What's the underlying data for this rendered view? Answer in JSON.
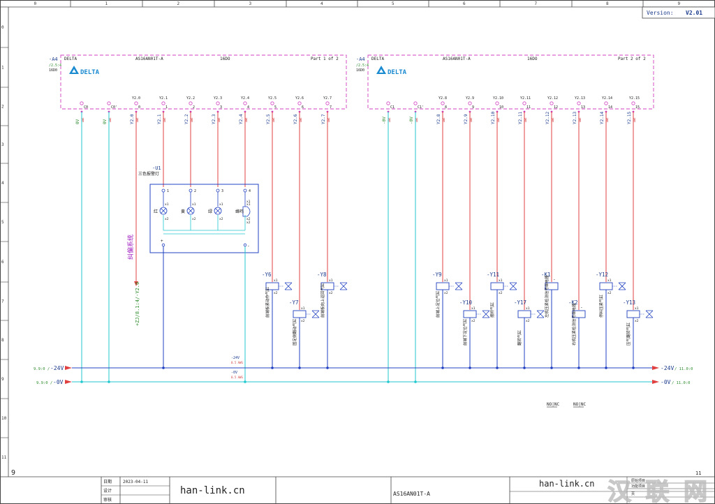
{
  "columns": [
    "0",
    "1",
    "2",
    "3",
    "4",
    "5",
    "6",
    "7",
    "8",
    "9"
  ],
  "rows": [
    "0",
    "1",
    "2",
    "3",
    "4",
    "5",
    "6",
    "7",
    "8",
    "9",
    "10",
    "11"
  ],
  "version": {
    "label": "Version:",
    "value": "V2.01"
  },
  "page_number": "9",
  "page_ref": "11",
  "modules": [
    {
      "tag": "-A4",
      "ref": "/2.5:4",
      "brand_small": "DELTA",
      "model": "AS16AN01T-A",
      "io": "16DO",
      "sub": "16D0",
      "part": "Part 1 of 2",
      "logo": "DELTA",
      "terminals": [
        {
          "top": "",
          "bot": "C0",
          "wire": "0V"
        },
        {
          "top": "",
          "bot": "C0'",
          "wire": "0V"
        },
        {
          "top": "Y2.0",
          "bot": "0",
          "wire": "Y2.0"
        },
        {
          "top": "Y2.1",
          "bot": "1",
          "wire": "Y2.1"
        },
        {
          "top": "Y2.2",
          "bot": "2",
          "wire": "Y2.2"
        },
        {
          "top": "Y2.3",
          "bot": "3",
          "wire": "Y2.3"
        },
        {
          "top": "Y2.4",
          "bot": "4",
          "wire": "Y2.4"
        },
        {
          "top": "Y2.5",
          "bot": "5",
          "wire": "Y2.5"
        },
        {
          "top": "Y2.6",
          "bot": "6",
          "wire": "Y2.6"
        },
        {
          "top": "Y2.7",
          "bot": "7",
          "wire": "Y2.7"
        }
      ]
    },
    {
      "tag": "-A4",
      "ref": "/2.5:4",
      "brand_small": "DELTA",
      "model": "AS16AN01T-A",
      "io": "16DO",
      "sub": "16D0",
      "part": "Part 2 of 2",
      "logo": "DELTA",
      "terminals": [
        {
          "top": "",
          "bot": "C1",
          "wire": "-0V"
        },
        {
          "top": "",
          "bot": "C1'",
          "wire": "-0V"
        },
        {
          "top": "Y2.8",
          "bot": "8",
          "wire": "Y2.8"
        },
        {
          "top": "Y2.9",
          "bot": "9",
          "wire": "Y2.9"
        },
        {
          "top": "Y2.10",
          "bot": "10",
          "wire": "Y2.10"
        },
        {
          "top": "Y2.11",
          "bot": "11",
          "wire": "Y2.11"
        },
        {
          "top": "Y2.12",
          "bot": "12",
          "wire": "Y2.12"
        },
        {
          "top": "Y2.13",
          "bot": "13",
          "wire": "Y2.13"
        },
        {
          "top": "Y2.14",
          "bot": "14",
          "wire": "Y2.14"
        },
        {
          "top": "Y2.15",
          "bot": "15",
          "wire": "Y2.15"
        }
      ]
    }
  ],
  "beacon": {
    "tag": "-U1",
    "name": "三色报警灯",
    "lamps": [
      {
        "num": "1",
        "label": "红"
      },
      {
        "num": "2",
        "label": "黄"
      },
      {
        "num": "3",
        "label": "绿"
      },
      {
        "num": "4",
        "label": "蜂鸣"
      }
    ],
    "plus": "+",
    "minus": "-"
  },
  "y20_note": {
    "text": "纠偏系统",
    "ref": "+ZJ/8.1:4/-Y2.0"
  },
  "coils": [
    {
      "tag": "-Y6",
      "desc": "前端板紧动作气缸"
    },
    {
      "tag": "-Y7",
      "desc": "固定侧翻动气缸"
    },
    {
      "tag": "-Y8",
      "desc": "前端板向上返回气缸"
    },
    {
      "tag": "-Y9",
      "desc": "前端上定位气缸"
    },
    {
      "tag": "-Y10",
      "desc": "前端下定位气缸"
    },
    {
      "tag": "-Y11",
      "desc": "摆杆气缸"
    },
    {
      "tag": "-Y17",
      "desc": "翻转气缸"
    },
    {
      "tag": "-K1",
      "desc": "左机压紧检测信号继电器"
    },
    {
      "tag": "-K2",
      "desc": "右机压紧检测信号继电器"
    },
    {
      "tag": "-Y12",
      "desc": "停料压紧气缸"
    },
    {
      "tag": "-Y13",
      "desc": "压气翻转气缸"
    }
  ],
  "bus": {
    "p24": {
      "label": "-24V",
      "left_ref": "9.9:0 /",
      "right_ref": "/ 11.0:0"
    },
    "n0": {
      "label": "-0V",
      "left_ref": "9.9:0 /",
      "right_ref": "/ 11.0:0"
    },
    "mid_p24": "-24V",
    "mid_n0": "-0V",
    "mid_sub1": "0.5 AWG",
    "mid_sub2": "0.5 AWG"
  },
  "nonc": [
    "NO|NC",
    "NO|NC"
  ],
  "title_block": {
    "date_label": "日期",
    "date_value": "2023-04-11",
    "design_label": "设计",
    "review_label": "审核",
    "company_left": "han-link.cn",
    "drawing": "AS16AN01T-A",
    "company_right": "han-link.cn",
    "right_labels": [
      "原始项目",
      "功能项目",
      "页"
    ]
  },
  "watermark": "汉 联 网 络"
}
